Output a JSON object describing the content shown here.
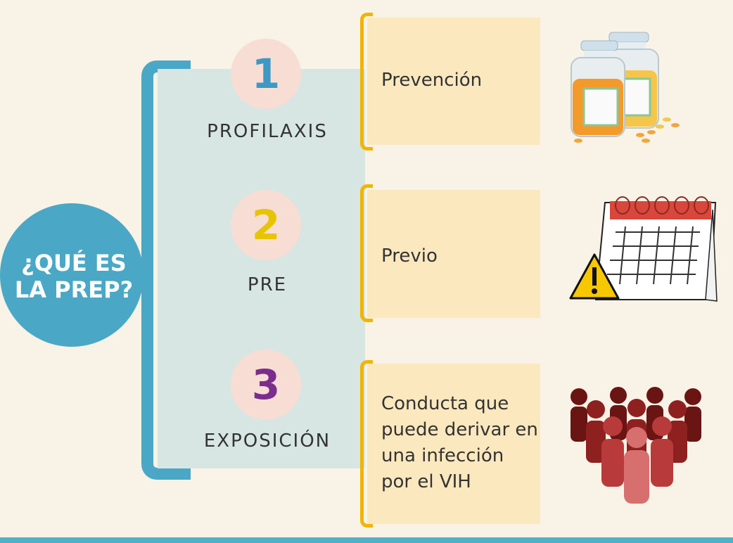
{
  "title": {
    "line1": "¿QUÉ ES",
    "line2": "LA PREP?"
  },
  "items": [
    {
      "number": "1",
      "label": "PROFILAXIS",
      "description": "Prevención",
      "icon": "pill-bottles-icon",
      "number_color": "#3d99c4"
    },
    {
      "number": "2",
      "label": "PRE",
      "description": "Previo",
      "icon": "calendar-warning-icon",
      "number_color": "#e6c400"
    },
    {
      "number": "3",
      "label": "EXPOSICIÓN",
      "description": [
        "Conducta que",
        "puede derivar en",
        "una infección",
        "por el VIH"
      ],
      "icon": "group-of-people-icon",
      "number_color": "#7b2d8e"
    }
  ],
  "colors": {
    "accent_blue": "#4aa8c6",
    "panel": "#d7e6e2",
    "yellow_box": "#fbe8bf",
    "yellow_bracket": "#f3b400",
    "background": "#f8f2e7"
  }
}
